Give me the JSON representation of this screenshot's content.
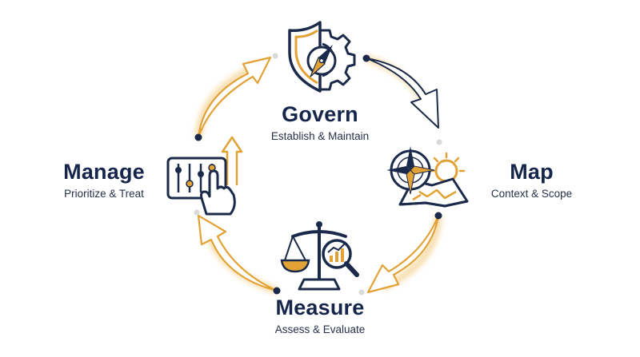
{
  "stages": {
    "govern": {
      "title": "Govern",
      "subtitle": "Establish & Maintain"
    },
    "map": {
      "title": "Map",
      "subtitle": "Context & Scope"
    },
    "measure": {
      "title": "Measure",
      "subtitle": "Assess & Evaluate"
    },
    "manage": {
      "title": "Manage",
      "subtitle": "Prioritize & Treat"
    }
  },
  "colors": {
    "navy": "#1b2a4a",
    "gold": "#e2a235",
    "glow": "#f6d9a3",
    "dot_gray": "#d9d9d9"
  },
  "icons": [
    "shield-compass-gear-icon",
    "compass-map-sun-icon",
    "scale-magnifier-chart-icon",
    "sliders-hand-arrow-icon"
  ]
}
